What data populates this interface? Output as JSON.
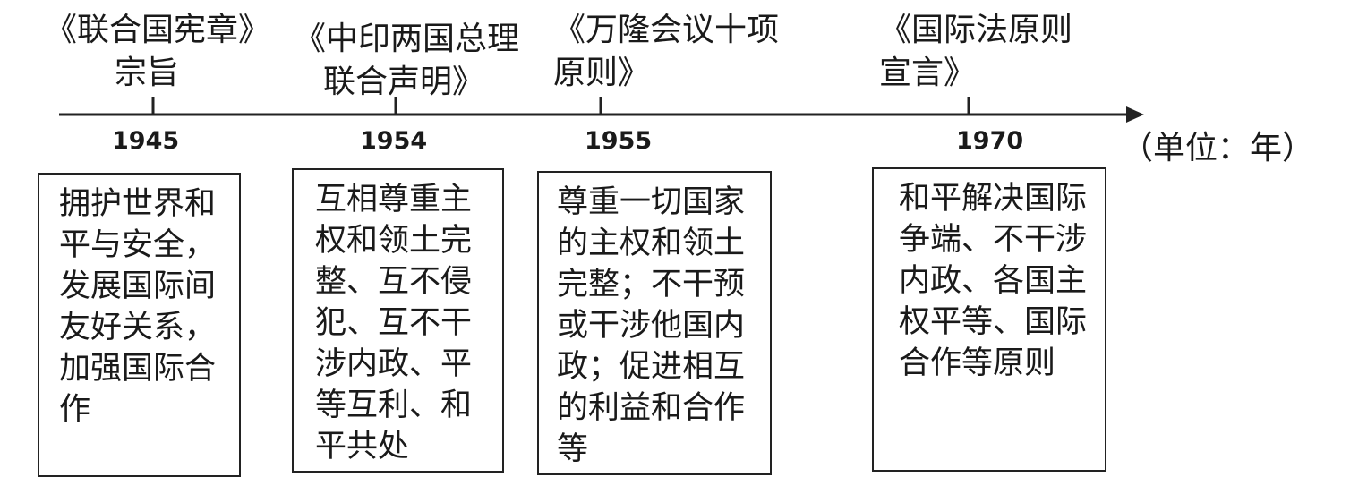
{
  "timeline": {
    "unit_label": "（单位：年）",
    "events": [
      {
        "title_lines": [
          "《联合国宪章》",
          "宗旨"
        ],
        "year": "1945",
        "description": "拥护世界和\n平与安全，\n发展国际间\n友好关系，\n加强国际合\n作"
      },
      {
        "title_lines": [
          "《中印两国总理",
          "联合声明》"
        ],
        "year": "1954",
        "description": "互相尊重主\n权和领土完\n整、互不侵\n犯、互不干\n涉内政、平\n等互利、和\n平共处"
      },
      {
        "title_lines": [
          "《万隆会议十项",
          "原则》"
        ],
        "year": "1955",
        "description": "尊重一切国家\n的主权和领土\n完整；不干预\n或干涉他国内\n政；促进相互\n的利益和合作\n等"
      },
      {
        "title_lines": [
          "《国际法原则",
          "宣言》"
        ],
        "year": "1970",
        "description": "和平解决国际\n争端、不干涉\n内政、各国主\n权平等、国际\n合作等原则"
      }
    ]
  }
}
